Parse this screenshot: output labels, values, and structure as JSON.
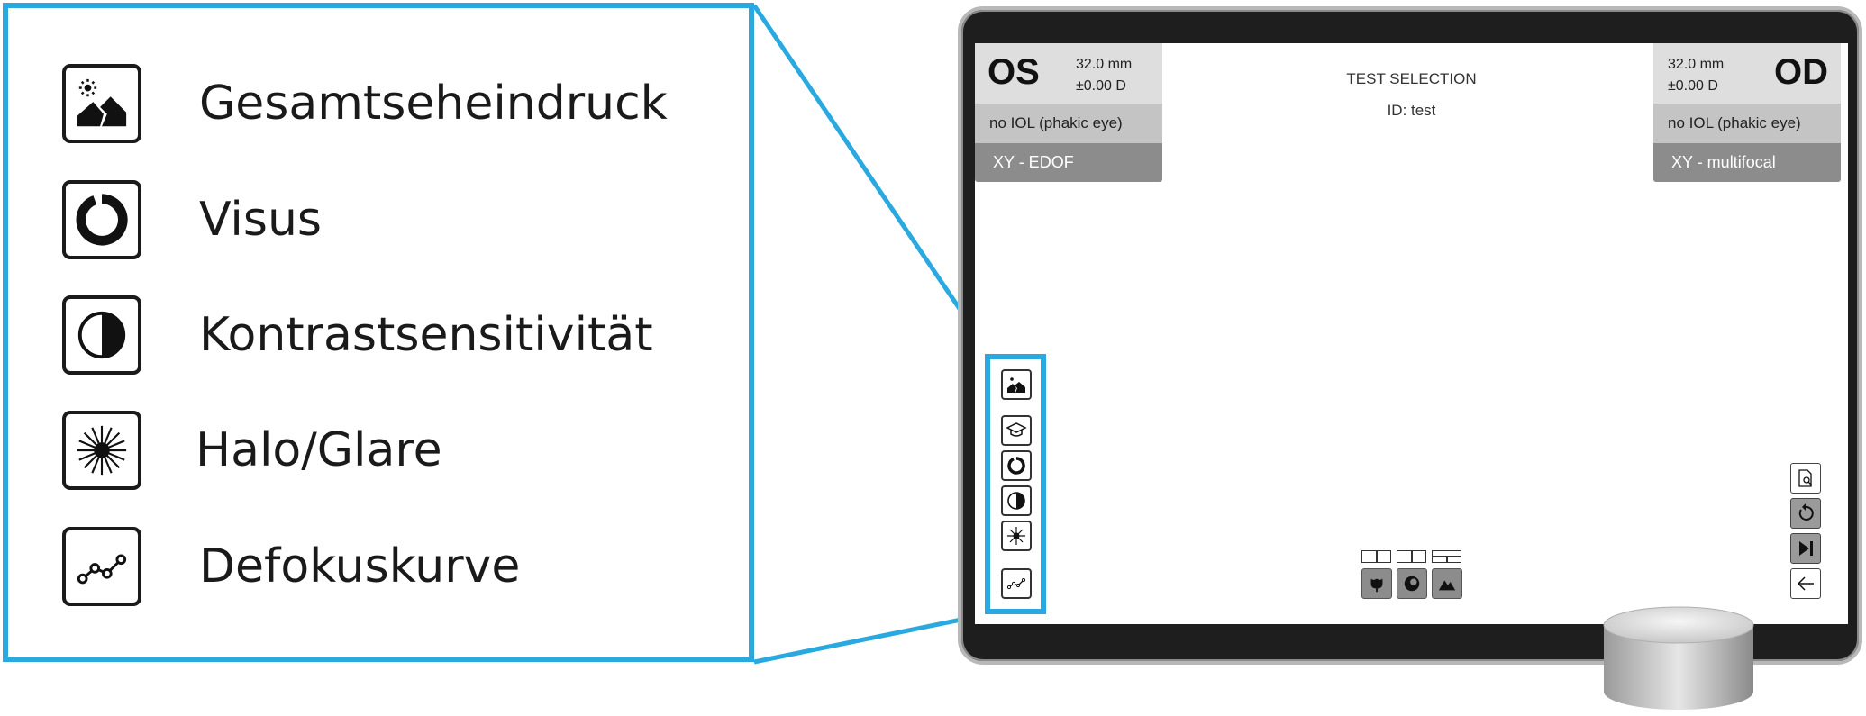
{
  "legend": {
    "items": [
      {
        "label": "Gesamtseheindruck",
        "icon": "scene-icon"
      },
      {
        "label": "Visus",
        "icon": "visual-acuity-icon"
      },
      {
        "label": "Kontrastsensitivität",
        "icon": "contrast-icon"
      },
      {
        "label": "Halo/Glare",
        "icon": "halo-glare-icon"
      },
      {
        "label": "Defokuskurve",
        "icon": "defocus-curve-icon"
      }
    ]
  },
  "screen": {
    "left_eye": {
      "code": "OS",
      "length": "32.0 mm",
      "power": "±0.00 D",
      "iol": "no IOL (phakic eye)",
      "lens": "XY - EDOF"
    },
    "right_eye": {
      "code": "OD",
      "length": "32.0 mm",
      "power": "±0.00 D",
      "iol": "no IOL (phakic eye)",
      "lens": "XY - multifocal"
    },
    "title": "TEST SELECTION",
    "id_text": "ID: test"
  },
  "colors": {
    "accent": "#29a9e0",
    "panel_light": "#dedede",
    "panel_mid": "#c4c4c4",
    "panel_dark": "#8c8c8c"
  }
}
